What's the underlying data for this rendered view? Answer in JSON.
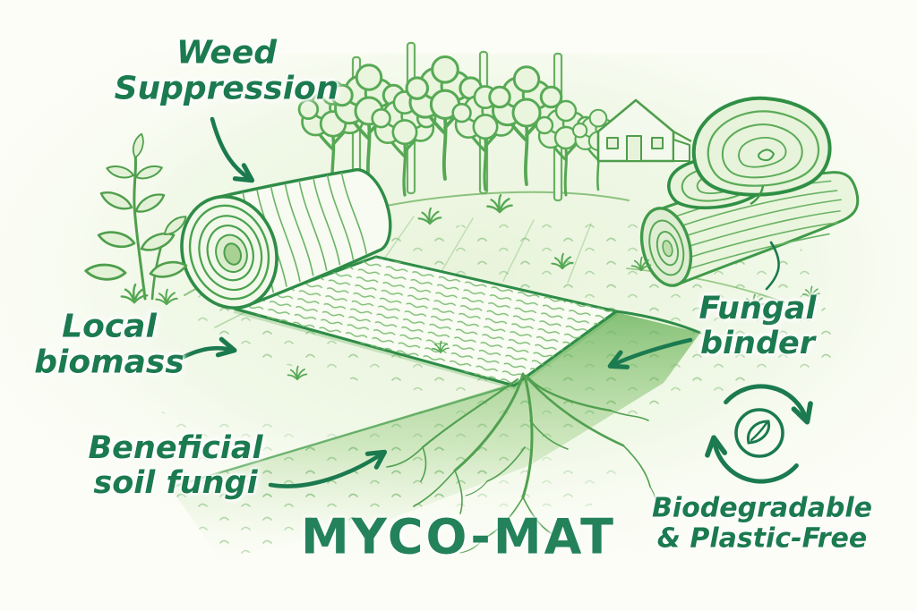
{
  "title": {
    "text": "MYCO-MAT"
  },
  "labels": {
    "weed_suppression": {
      "line1": "Weed",
      "line2": "Suppression"
    },
    "local_biomass": {
      "line1": "Local",
      "line2": "biomass"
    },
    "beneficial_soil_fungi": {
      "line1": "Beneficial",
      "line2": "soil fungi"
    },
    "fungal_binder": {
      "line1": "Fungal",
      "line2": "binder"
    },
    "biodegradable_plastic_free": {
      "line1": "Biodegradable",
      "line2": "& Plastic-Free"
    }
  },
  "icons": {
    "recycle_leaf": "circular-arrows-with-leaf"
  },
  "palette": {
    "ink": "#1b7a4f",
    "title": "#23825a",
    "line": "#44a04c",
    "bg": "#fcfdf6"
  }
}
